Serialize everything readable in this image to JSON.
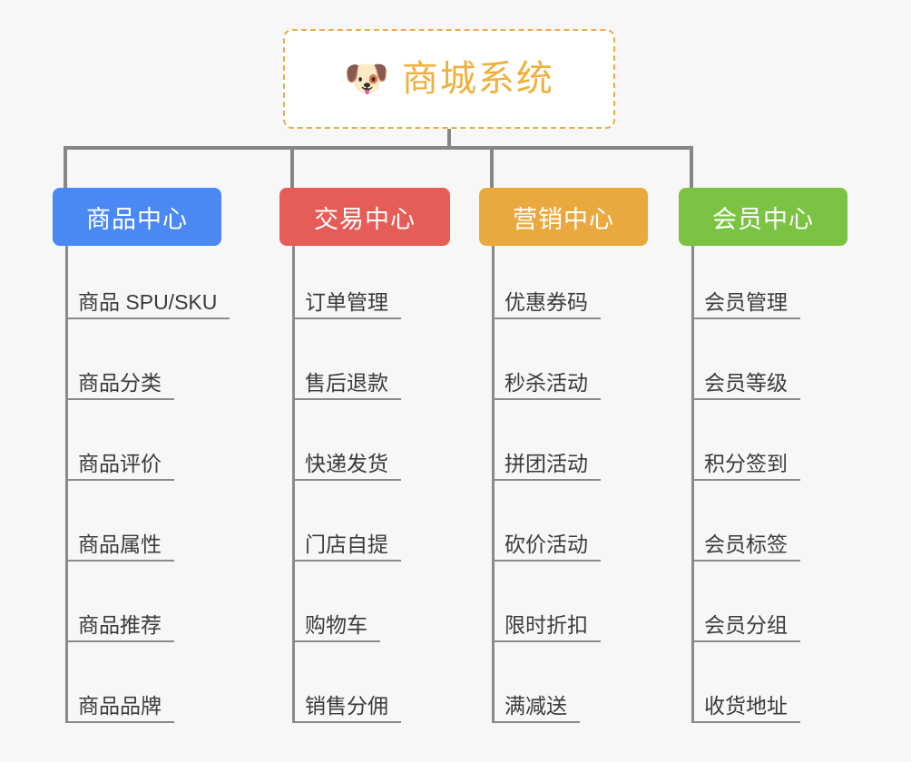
{
  "diagram": {
    "title": "商城系统",
    "type": "organization-tree",
    "background_color": "#f7f7f7",
    "root": {
      "label": "商城系统",
      "emoji": "🐶",
      "emoji_name": "shiba-dog-face",
      "text_color": "#efb03e",
      "border_color": "#eeab4a",
      "border_style": "dashed",
      "fill_color": "#ffffff"
    },
    "connector_color": "#868686",
    "leaf_line_color": "#8a8a8a",
    "leaf_text_color": "#3b3b3b",
    "categories": [
      {
        "label": "商品中心",
        "color": "#4a89f3",
        "width": 186,
        "items": [
          "商品 SPU/SKU",
          "商品分类",
          "商品评价",
          "商品属性",
          "商品推荐",
          "商品品牌"
        ]
      },
      {
        "label": "交易中心",
        "color": "#e65d58",
        "width": 188,
        "items": [
          "订单管理",
          "售后退款",
          "快递发货",
          "门店自提",
          "购物车",
          "销售分佣"
        ]
      },
      {
        "label": "营销中心",
        "color": "#eaa93f",
        "width": 186,
        "items": [
          "优惠券码",
          "秒杀活动",
          "拼团活动",
          "砍价活动",
          "限时折扣",
          "满减送"
        ]
      },
      {
        "label": "会员中心",
        "color": "#7cc243",
        "width": 186,
        "items": [
          "会员管理",
          "会员等级",
          "积分签到",
          "会员标签",
          "会员分组",
          "收货地址"
        ]
      }
    ]
  }
}
